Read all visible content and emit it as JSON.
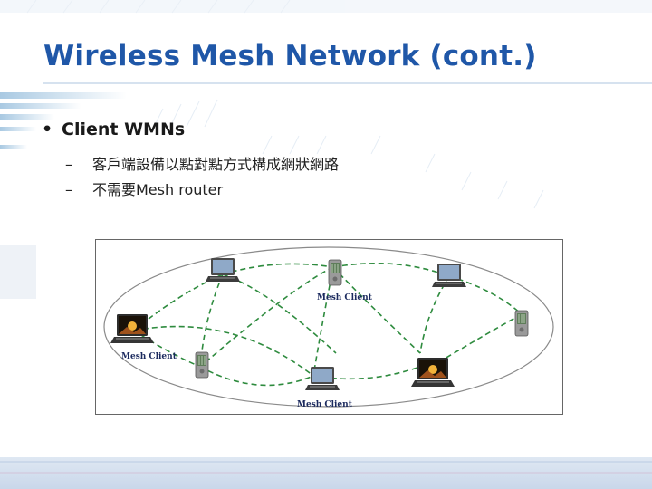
{
  "slide": {
    "title": "Wireless Mesh Network (cont.)",
    "bullet": {
      "marker": "•",
      "text": "Client WMNs",
      "subitems": [
        {
          "marker": "–",
          "text": "客戶端設備以點對點方式構成網狀網路"
        },
        {
          "marker": "–",
          "text": "不需要Mesh router"
        }
      ]
    },
    "figure": {
      "labels": {
        "top_client": "Mesh Client",
        "left_client": "Mesh Client",
        "bottom_client": "Mesh Client"
      }
    }
  },
  "colors": {
    "title": "#1f57a8",
    "background_stripes": "#aacbe3",
    "link_dashes": "#2e8b3e",
    "ellipse": "#8a8a8a"
  },
  "icons": [
    "laptop-icon",
    "pda-icon"
  ]
}
